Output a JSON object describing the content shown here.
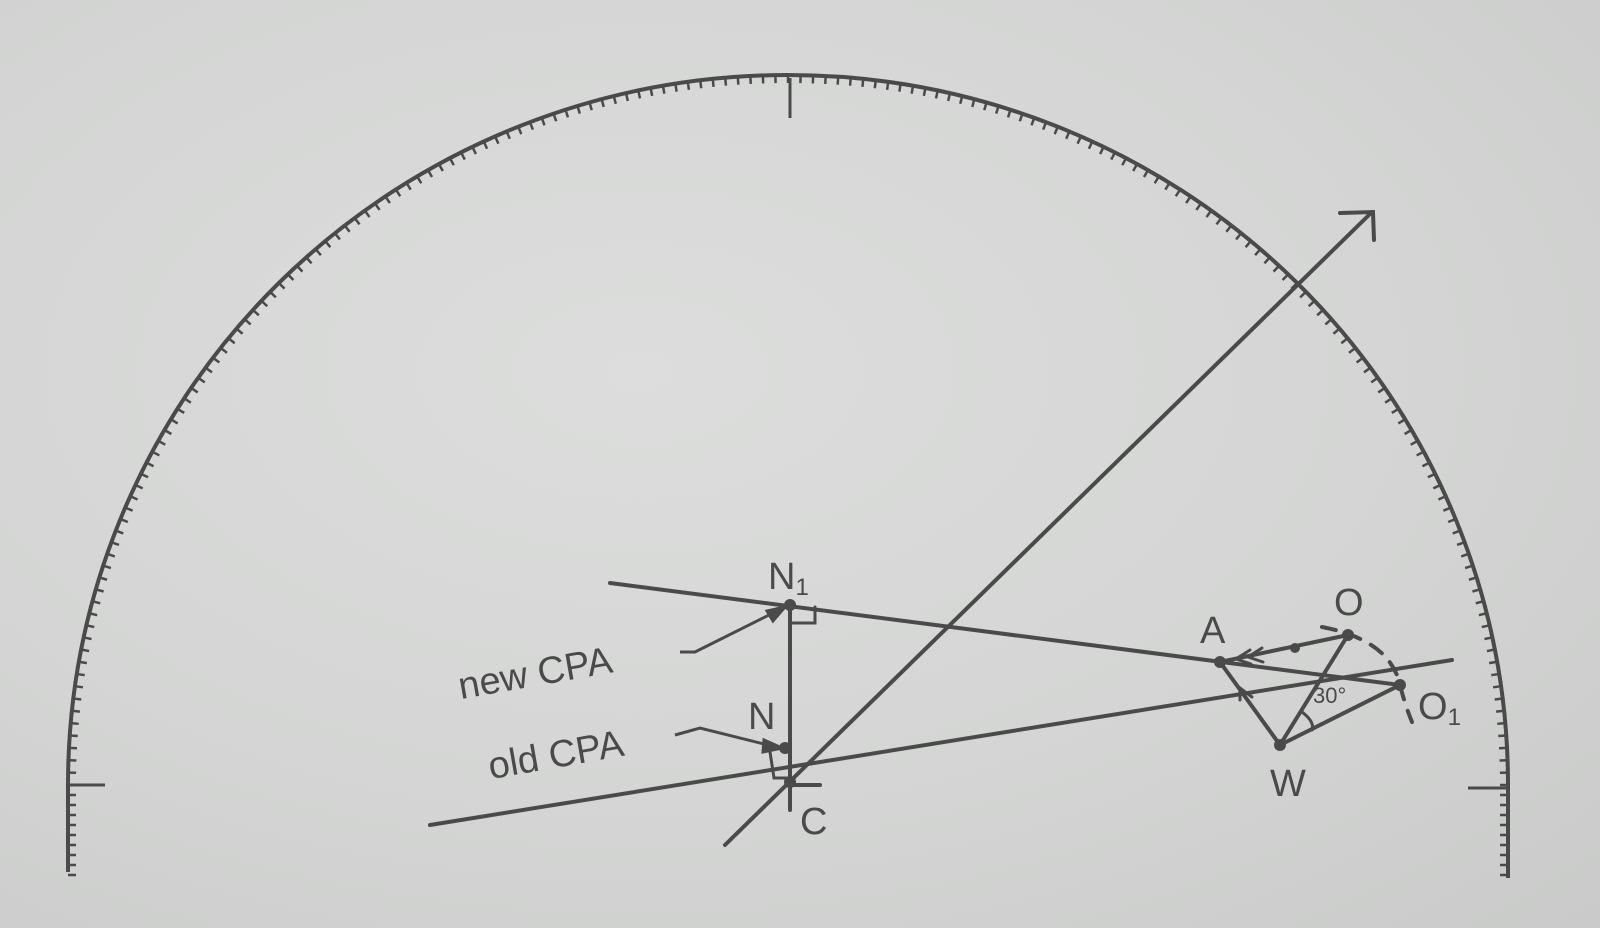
{
  "diagram": {
    "type": "radar plotting sheet (semicircle with degree ticks)",
    "colors": {
      "ink": "#4a4a4a",
      "paper": "#d6d7d6"
    },
    "points": {
      "N1": {
        "label": "N",
        "sub": "1"
      },
      "N": {
        "label": "N"
      },
      "C": {
        "label": "C"
      },
      "A": {
        "label": "A"
      },
      "O": {
        "label": "O"
      },
      "O1": {
        "label": "O",
        "sub": "1"
      },
      "W": {
        "label": "W"
      }
    },
    "annotations": {
      "new_cpa": "new CPA",
      "old_cpa": "old CPA",
      "angle": "30°"
    },
    "icons": {
      "heading_arrow": "arrow-up-right-icon",
      "double_arrow": "double-arrowhead-icon",
      "single_arrow": "arrowhead-icon"
    }
  }
}
